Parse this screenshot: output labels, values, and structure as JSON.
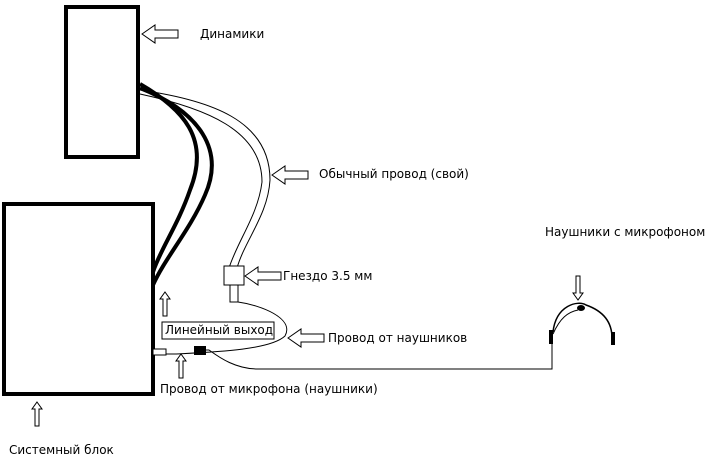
{
  "labels": {
    "speakers": "Динамики",
    "own_cable": "Обычный провод (свой)",
    "jack": "Гнездо 3.5 мм",
    "headset": "Наушники с микрофоном",
    "line_out": "Линейный выход",
    "headphone_cable": "Провод от наушников",
    "mic_cable": "Провод от микрофона (наушники)",
    "system_unit": "Системный блок"
  },
  "colors": {
    "line": "#000000",
    "background": "#ffffff"
  },
  "icons": [
    "arrow-left-icon",
    "arrow-up-icon",
    "arrow-down-icon"
  ]
}
